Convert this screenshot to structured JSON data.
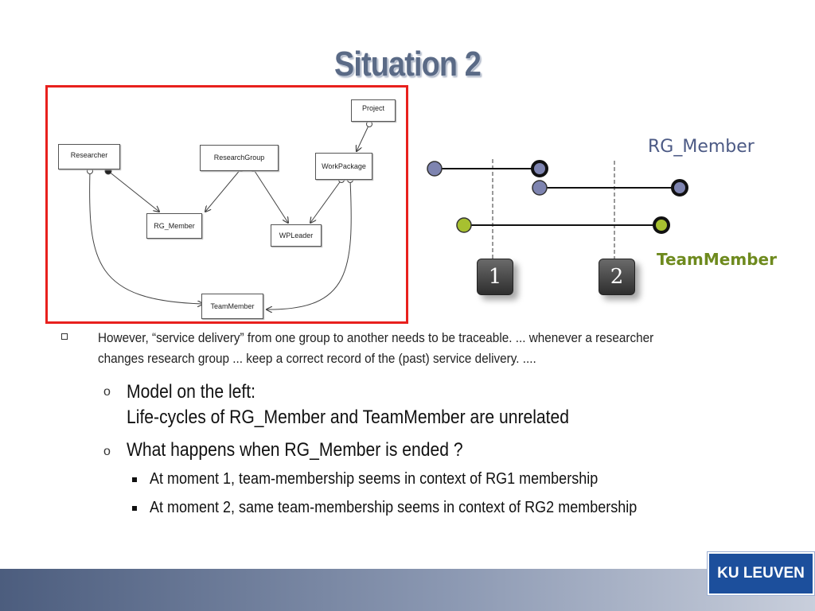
{
  "slide": {
    "title": "Situation 2"
  },
  "uml": {
    "classes": {
      "project": "Project",
      "researcher": "Researcher",
      "research_group": "ResearchGroup",
      "work_package": "WorkPackage",
      "rg_member": "RG_Member",
      "wp_leader": "WPLeader",
      "team_member": "TeamMember"
    }
  },
  "timeline": {
    "rg_member_label": "RG_Member",
    "team_member_label": "TeamMember",
    "moments": [
      "1",
      "2"
    ],
    "colors": {
      "rg_member": "#4c5a85",
      "team_member": "#6e8a1e",
      "node_purple": "#7e84b0",
      "node_green": "#a7c030"
    }
  },
  "bullets": {
    "main": "However, “service delivery” from one group to another needs to be traceable. ... whenever a researcher changes research group ... keep a correct record of the (past) service delivery. ....",
    "sub1_line1": "Model on the left:",
    "sub1_line2": "Life-cycles of RG_Member and TeamMember are unrelated",
    "sub2": "What happens when RG_Member is ended ?",
    "subsub1": "At moment 1, team-membership seems in context of RG1 membership",
    "subsub2": "At moment 2, same team-membership seems in context of RG2 membership",
    "sub_marker": "o"
  },
  "footer": {
    "logo_text": "KU LEUVEN",
    "accent": "#1c4f9c"
  }
}
